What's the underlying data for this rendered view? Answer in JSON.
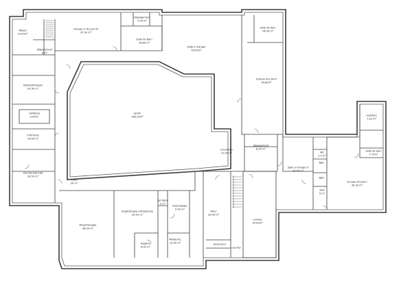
{
  "rooms": {
    "repos": {
      "name": "Repos",
      "area": "14.50m²"
    },
    "degagement_left": {
      "name": "dégagement",
      "area": "8 m²"
    },
    "balneotherapie": {
      "name": "Balnéothérapie",
      "area": "20.30 m²"
    },
    "cafeteria": {
      "name": "cafétéria",
      "area": "9.00m²"
    },
    "infirmerie": {
      "name": "Infirmerie",
      "area": "14.00 m²"
    },
    "psychomotricite": {
      "name": "Psychomotricité",
      "area": "28.50 m²"
    },
    "groupe_3": {
      "name": "Groupe d' Accueil III",
      "area": "37.30 m²"
    },
    "degagement_top": {
      "name": "Dégagement",
      "area": "5.00 m²"
    },
    "salle_bain_top": {
      "name": "Salle de Bain",
      "area": "18.80 m²"
    },
    "salle_manger_1": {
      "name": "Salle à manger",
      "area": "50.00m²"
    },
    "salle_bain_right": {
      "name": "Salle de bain",
      "area": "18.90 m²"
    },
    "groupe_2": {
      "name": "Groupe Accueil II",
      "area": "34.80m²"
    },
    "jardin": {
      "name": "Jardin",
      "area": "189.20m²"
    },
    "circulation": {
      "name": "circulation",
      "area": "21.00 m²"
    },
    "degagement_mid": {
      "name": "dégagement",
      "area": "8.00 m²"
    },
    "patio": {
      "name": "Patio",
      "area": "30 m²"
    },
    "salle_manger_2": {
      "name": "Salle à manger II",
      "area": "29.50 m²"
    },
    "wc": {
      "name": "WC",
      "area": "2.5 m²"
    },
    "hall_small": {
      "name": "Hall",
      "area": "9 m²"
    },
    "vestiaire": {
      "name": "vestiaire",
      "area": "7.20 m²"
    },
    "salle_bain_far": {
      "name": "Salle de bain",
      "area": "7.70m²"
    },
    "groupe_1": {
      "name": "Groupe Accueil I",
      "area": "30.30 m²"
    },
    "kinestherapie": {
      "name": "Kinésthérapie",
      "area": "46.00 m²"
    },
    "ergotherapie": {
      "name": "Ergothérapie orthophonie",
      "area": "35.50 m²"
    },
    "sanitaire": {
      "name": "sanitaire",
      "area": "5 m²"
    },
    "psychologie": {
      "name": "Psychologie",
      "area": "9.50 m²"
    },
    "medecine": {
      "name": "Médecine",
      "area": "12.00 m²"
    },
    "regime": {
      "name": "Régime",
      "area": "6.00 m²"
    },
    "hall_main": {
      "name": "HALL",
      "area": "35.00 m²"
    },
    "cuisine": {
      "name": "Cuisine",
      "area": "35.00m²"
    },
    "ascenseur": {
      "name": "Ascenseur"
    },
    "courrier": {
      "name": "courrier"
    },
    "bloc_a": {
      "name": "Bgd"
    },
    "bloc_b": {
      "name": "Bgd"
    }
  }
}
